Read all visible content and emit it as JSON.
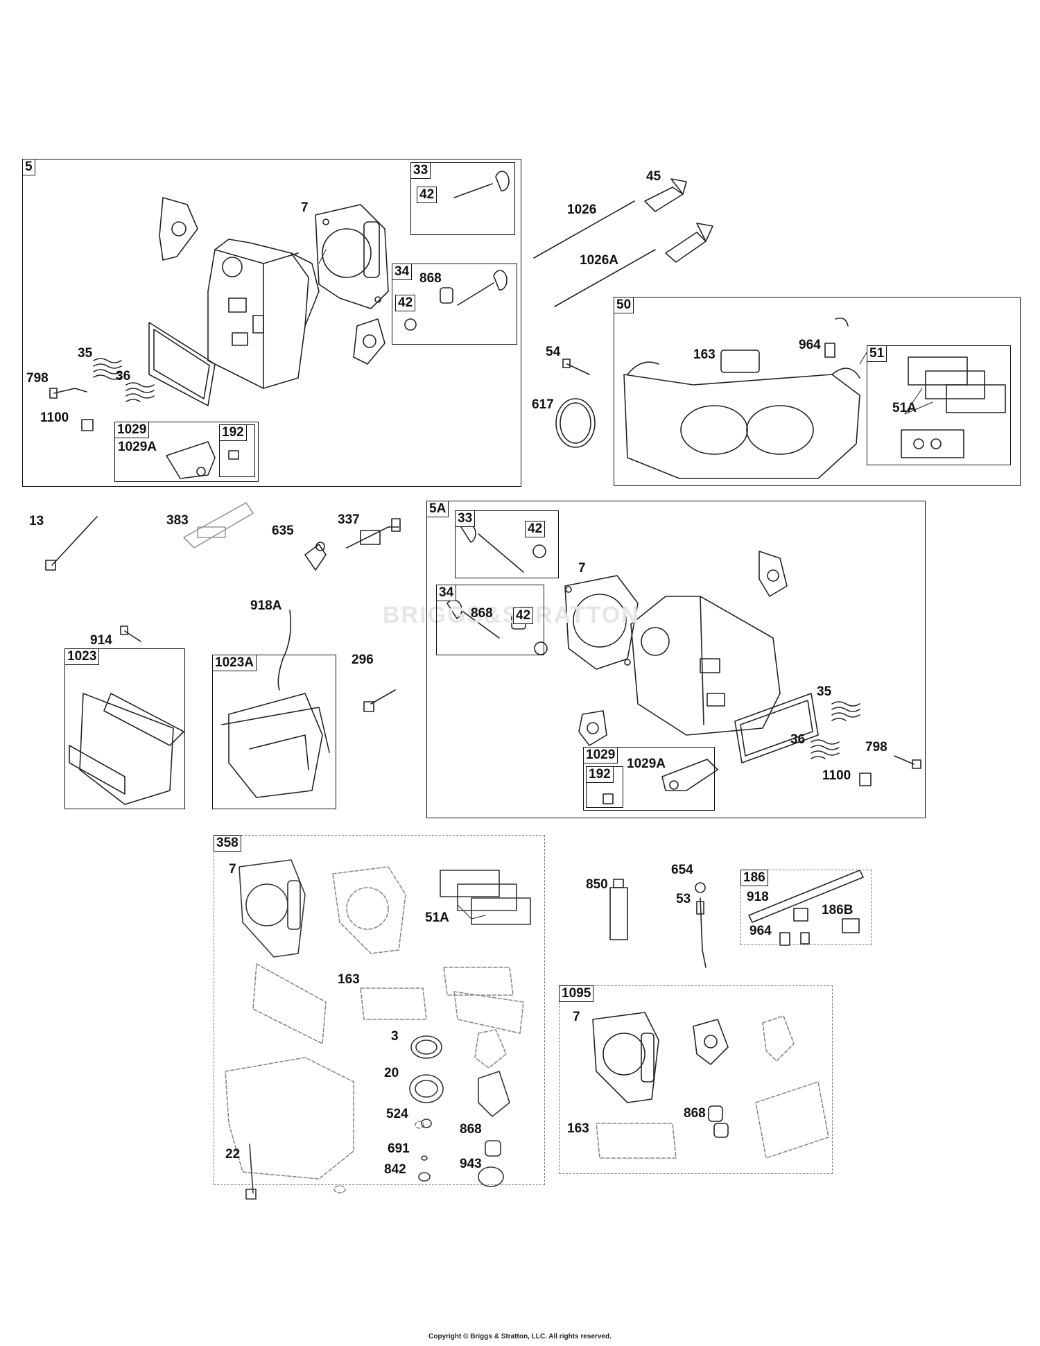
{
  "groups": {
    "g5": "5",
    "g33": "33",
    "g42a": "42",
    "g34": "34",
    "g42b": "42",
    "g1029": "1029",
    "g192": "192",
    "g50": "50",
    "g51": "51",
    "g5a": "5A",
    "g33b": "33",
    "g42c": "42",
    "g34b": "34",
    "g42d": "42",
    "g1029b": "1029",
    "g192b": "192",
    "g1023": "1023",
    "g1023a": "1023A",
    "g358": "358",
    "g186": "186",
    "g1095": "1095"
  },
  "labels": {
    "l7a": "7",
    "l868a": "868",
    "l35a": "35",
    "l36a": "36",
    "l798a": "798",
    "l1100a": "1100",
    "l1029Aa": "1029A",
    "l45": "45",
    "l1026": "1026",
    "l1026A": "1026A",
    "l163a": "163",
    "l964a": "964",
    "l51A": "51A",
    "l54": "54",
    "l617": "617",
    "l13": "13",
    "l383": "383",
    "l635": "635",
    "l337": "337",
    "l918A": "918A",
    "l914": "914",
    "l296": "296",
    "l868b": "868",
    "l7b": "7",
    "l35b": "35",
    "l36b": "36",
    "l798b": "798",
    "l1100b": "1100",
    "l1029Ab": "1029A",
    "l7c": "7",
    "l51Ab": "51A",
    "l163b": "163",
    "l3": "3",
    "l20": "20",
    "l524": "524",
    "l691": "691",
    "l842": "842",
    "l868c": "868",
    "l943": "943",
    "l22": "22",
    "l850": "850",
    "l654": "654",
    "l53": "53",
    "l918": "918",
    "l964b": "964",
    "l186B": "186B",
    "l7d": "7",
    "l868d": "868",
    "l163c": "163"
  },
  "watermark": "BRIGGS&STRATTON",
  "copyright": "Copyright © Briggs & Stratton, LLC. All rights reserved."
}
